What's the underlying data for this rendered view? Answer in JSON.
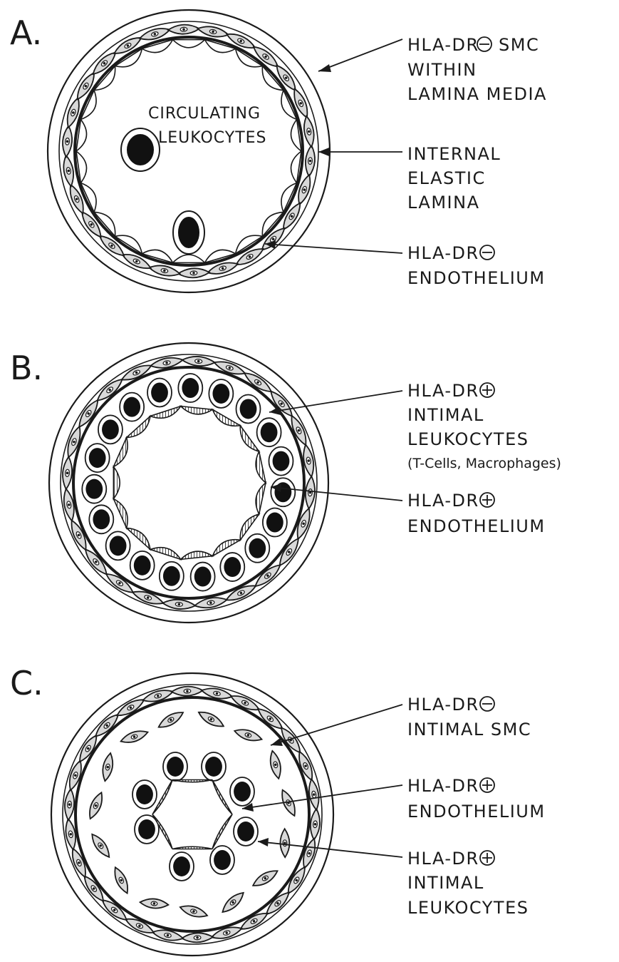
{
  "panels": [
    {
      "id": "A",
      "letter": "A.",
      "inner_label_lines": [
        "CIRCULATING",
        "LEUKOCYTES"
      ],
      "callouts": [
        {
          "marker": "minus",
          "lines": [
            "HLA-DR",
            "SMC",
            "WITHIN",
            "LAMINA MEDIA"
          ]
        },
        {
          "marker": "none",
          "lines": [
            "INTERNAL",
            "ELASTIC",
            "LAMINA"
          ]
        },
        {
          "marker": "minus",
          "lines": [
            "HLA-DR",
            "ENDOTHELIUM"
          ]
        }
      ]
    },
    {
      "id": "B",
      "letter": "B.",
      "callouts": [
        {
          "marker": "plus",
          "lines": [
            "HLA-DR",
            "INTIMAL",
            "LEUKOCYTES",
            "(T-Cells, Macrophages)"
          ]
        },
        {
          "marker": "plus",
          "lines": [
            "HLA-DR",
            "ENDOTHELIUM"
          ]
        }
      ]
    },
    {
      "id": "C",
      "letter": "C.",
      "callouts": [
        {
          "marker": "minus",
          "lines": [
            "HLA-DR",
            "INTIMAL SMC"
          ]
        },
        {
          "marker": "plus",
          "lines": [
            "HLA-DR",
            "ENDOTHELIUM"
          ]
        },
        {
          "marker": "plus",
          "lines": [
            "HLA-DR",
            "INTIMAL",
            "LEUKOCYTES"
          ]
        }
      ]
    }
  ],
  "colors": {
    "ink": "#1a1a1a",
    "smc_fill": "#d9d9d9",
    "paper": "#ffffff"
  }
}
